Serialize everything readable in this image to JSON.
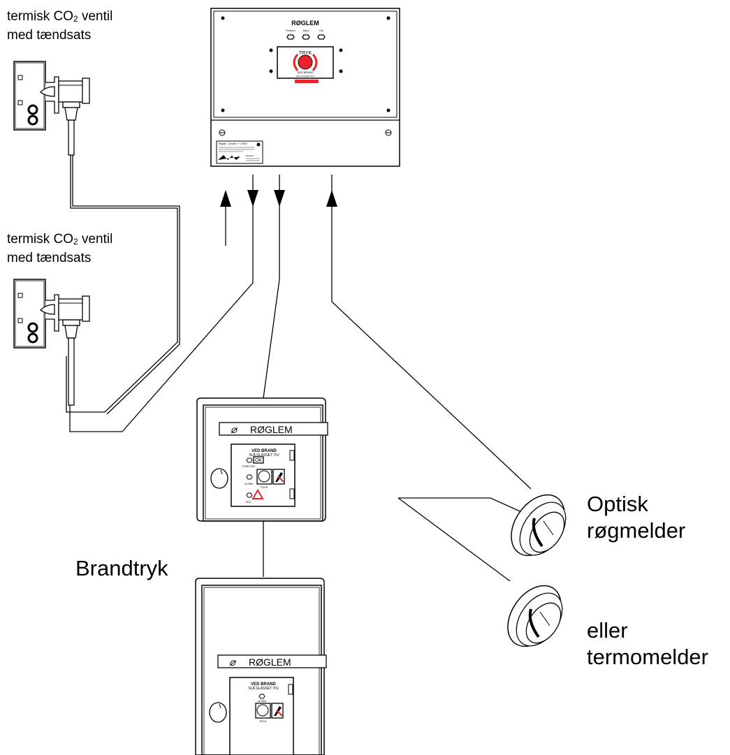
{
  "valve_label": {
    "line1_prefix": "termisk CO",
    "line1_sub": "2",
    "line1_suffix": " ventil",
    "line2": "med tændsats"
  },
  "main_panel": {
    "brand": "RØGLEM",
    "indicators": [
      "Funktion",
      "Alarm",
      "Fejl"
    ],
    "button_text": "TRYK",
    "button_sub1": "VED BRAND",
    "button_sub2": "SLÅ GLASSET ITU",
    "nameplate_title": "Røglem - Central   1 + 1 RDM",
    "nameplate_company": "Rübsam"
  },
  "call_point_1": {
    "brand": "RØGLEM",
    "heading": "VED BRAND",
    "subheading": "SLÅ GLASSET ITU",
    "ok": "OK",
    "funktion": "FUNKTION",
    "alarm": "ALARM",
    "tryk": "TRYK",
    "fejl": "FEJL"
  },
  "call_point_2": {
    "brand": "RØGLEM",
    "heading": "VED BRAND",
    "subheading": "SLÅ GLASSET ITU",
    "alarm": "ALARM",
    "tryk": "TRYK"
  },
  "labels": {
    "brandtryk": "Brandtryk",
    "optisk_line1": "Optisk",
    "optisk_line2": "røgmelder",
    "eller_line1": "eller",
    "eller_line2": "termomelder"
  },
  "colors": {
    "alarm_red": "#e8242a",
    "line": "#000000"
  }
}
